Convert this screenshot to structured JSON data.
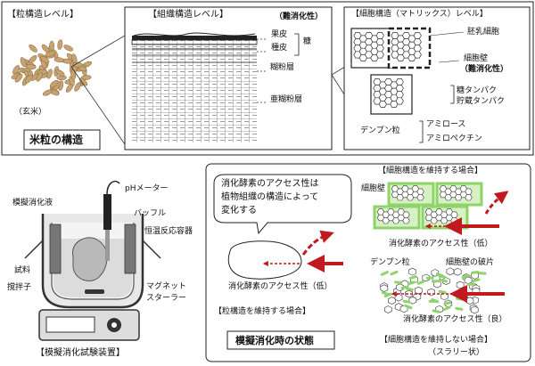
{
  "top": {
    "grain": {
      "title": "【粒構造レベル】",
      "brown_rice_label": "（玄米）",
      "caption": "米粒の構造"
    },
    "tissue": {
      "title": "【組織構造レベル】",
      "indigestibility": "（難消化性）",
      "pericarp": "果皮",
      "seed_coat": "種皮",
      "bran": "糠",
      "aleurone": "糊粉層",
      "subaleurone": "亜糊粉層"
    },
    "cell": {
      "title": "【細胞構造（マトリックス）レベル】",
      "endosperm_cell": "胚乳細胞",
      "cell_wall": "細胞壁",
      "cell_wall_note": "（難消化性）",
      "protein_1": "糖タンパク",
      "protein_2": "貯蔵タンパク",
      "starch_granule": "デンプン粒",
      "amylose": "アミロース",
      "amylopectin": "アミロペクチン"
    }
  },
  "bottom_left": {
    "sim_fluid": "模擬消化液",
    "ph_meter": "pHメーター",
    "baffle": "バッフル",
    "vessel": "恒温反応容器",
    "sample": "試料",
    "stirrer_bar": "撹拌子",
    "magnetic_stirrer_1": "マグネット",
    "magnetic_stirrer_2": "スターラー",
    "caption": "【模擬消化試験装置】"
  },
  "bottom_right": {
    "bubble_line1": "消化酵素のアクセス性は",
    "bubble_line2": "植物組織の構造によって",
    "bubble_line3": "変化する",
    "grain_access": "消化酵素のアクセス性（低）",
    "grain_case": "【粒構造を維持する場合】",
    "cell_keep_title": "【細胞構造を維持する場合】",
    "cell_wall": "細胞壁",
    "cell_keep_access": "消化酵素のアクセス性（低）",
    "starch_granule": "デンプン粒",
    "wall_fragments": "細胞壁の破片",
    "slurry_access": "消化酵素のアクセス性（良）",
    "cell_break_title": "【細胞構造を維持しない場合】",
    "slurry": "（スラリー状）",
    "state_title": "模擬消化時の状態"
  },
  "colors": {
    "line": "#222222",
    "arrow_red": "#c0191e",
    "green": "#8fd46a",
    "green_light": "#d7f0c4",
    "grain_brown": "#c8a372"
  }
}
